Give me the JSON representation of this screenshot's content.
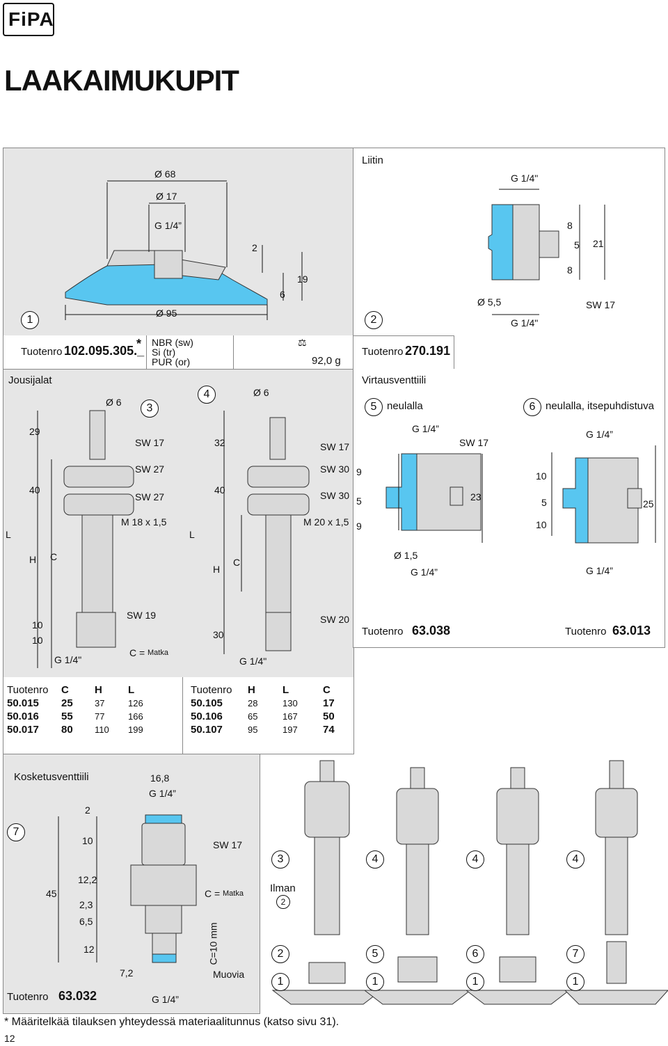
{
  "logo": "FiPA",
  "page_title": "LAAKAIMUKUPIT",
  "panel1": {
    "number": "1",
    "dims": {
      "d68": "Ø 68",
      "d17": "Ø 17",
      "g14": "G 1/4”",
      "d95": "Ø 95",
      "v2": "2",
      "v6": "6",
      "v19": "19"
    },
    "product_label": "Tuotenro",
    "product_code": "102.095.305._",
    "asterisk": "*",
    "materials": [
      "NBR (sw)",
      "Si (tr)",
      "PUR (or)"
    ],
    "weight": "92,0 g"
  },
  "liitin": {
    "title": "Liitin",
    "number": "2",
    "dims": {
      "g14_top": "G 1/4\"",
      "v8a": "8",
      "v5": "5",
      "v21": "21",
      "v8b": "8",
      "d55": "Ø 5,5",
      "g14_bot": "G 1/4\"",
      "sw17": "SW 17"
    },
    "product_label": "Tuotenro",
    "product_code": "270.191"
  },
  "jousijalat": {
    "title": "Jousijalat",
    "part3": {
      "number": "3",
      "d6": "Ø 6",
      "sw17": "SW 17",
      "sw27a": "SW 27",
      "sw27b": "SW 27",
      "thread": "M 18 x 1,5",
      "sw19": "SW 19",
      "c_label": "C =",
      "c_value": "Matka",
      "g14": "G 1/4\"",
      "v29": "29",
      "v40": "40",
      "L": "L",
      "H": "H",
      "C": "C",
      "v10a": "10",
      "v10b": "10"
    },
    "part4": {
      "number": "4",
      "d6": "Ø 6",
      "sw17": "SW 17",
      "sw30a": "SW 30",
      "sw30b": "SW 30",
      "thread": "M 20 x 1,5",
      "sw20": "SW 20",
      "g14": "G 1/4\"",
      "v32": "32",
      "v40": "40",
      "L": "L",
      "H": "H",
      "C": "C",
      "v30": "30"
    }
  },
  "virtausventtiili": {
    "title": "Virtausventtiili",
    "part5": {
      "number": "5",
      "label": "neulalla",
      "g14_top": "G 1/4”",
      "sw17": "SW 17",
      "v9a": "9",
      "v5": "5",
      "v9b": "9",
      "v23": "23",
      "d15": "Ø 1,5",
      "g14_bot": "G 1/4”",
      "product_label": "Tuotenro",
      "product_code": "63.038"
    },
    "part6": {
      "number": "6",
      "label": "neulalla, itsepuhdistuva",
      "g14_top": "G 1/4”",
      "v10a": "10",
      "v5": "5",
      "v10b": "10",
      "v25": "25",
      "g14_bot": "G 1/4”",
      "product_label": "Tuotenro",
      "product_code": "63.013"
    }
  },
  "table3": {
    "headers": [
      "Tuotenro",
      "C",
      "H",
      "L"
    ],
    "rows": [
      [
        "50.015",
        "25",
        "37",
        "126"
      ],
      [
        "50.016",
        "55",
        "77",
        "166"
      ],
      [
        "50.017",
        "80",
        "110",
        "199"
      ]
    ]
  },
  "table4": {
    "headers": [
      "Tuotenro",
      "H",
      "L",
      "C"
    ],
    "rows": [
      [
        "50.105",
        "28",
        "130",
        "17"
      ],
      [
        "50.106",
        "65",
        "167",
        "50"
      ],
      [
        "50.107",
        "95",
        "197",
        "74"
      ]
    ]
  },
  "kosketus": {
    "title": "Kosketusventtiili",
    "number": "7",
    "dims": {
      "w168": "16,8",
      "g14_top": "G 1/4”",
      "sw17": "SW 17",
      "c_label": "C =",
      "c_value": "Matka",
      "c10": "C=10 mm",
      "muovia": "Muovia",
      "w72": "7,2",
      "g14_bot": "G 1/4”",
      "v45": "45",
      "v2": "2",
      "v10": "10",
      "v122": "12,2",
      "v23": "2,3",
      "v65": "6,5",
      "v12": "12"
    },
    "product_label": "Tuotenro",
    "product_code": "63.032"
  },
  "assemblies": {
    "a1": {
      "top": "3",
      "ilman": "Ilman",
      "ilman_num": "2",
      "mid": "2",
      "bot": "1"
    },
    "a2": {
      "top": "4",
      "mid": "5",
      "bot": "1"
    },
    "a3": {
      "top": "4",
      "mid": "6",
      "bot": "1"
    },
    "a4": {
      "top": "4",
      "mid": "7",
      "bot": "1"
    }
  },
  "footnote": "* Määritelkää tilauksen yhteydessä materiaalitunnus (katso sivu 31).",
  "page_number": "12",
  "colors": {
    "panel_bg": "#e6e6e6",
    "part_blue": "#58c6f0",
    "part_grey": "#d9d9d9"
  }
}
